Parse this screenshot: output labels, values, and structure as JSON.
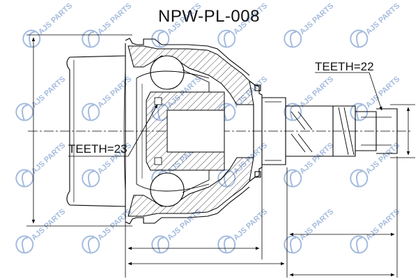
{
  "part_number": "NPW-PL-008",
  "teeth_outer": "TEETH=22",
  "teeth_inner": "TEETH=23",
  "watermark": {
    "text": "AJS PARTS",
    "color": "#5b84c4"
  },
  "colors": {
    "line": "#000000",
    "hatch": "#000000"
  }
}
